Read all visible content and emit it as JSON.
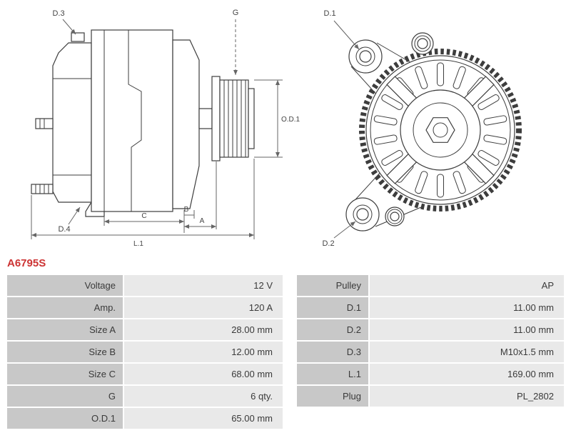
{
  "part_number": "A6795S",
  "colors": {
    "part_number_red": "#cc3333",
    "label_cell": "#c8c8c8",
    "value_cell": "#e9e9e9"
  },
  "diagram": {
    "side_view_labels": {
      "d3": "D.3",
      "g": "G",
      "od1": "O.D.1",
      "d4": "D.4",
      "c": "C",
      "b": "B",
      "a": "A",
      "l1": "L.1"
    },
    "front_view_labels": {
      "d1": "D.1",
      "d2": "D.2"
    }
  },
  "spec_table": {
    "rows": [
      [
        "Voltage",
        "12 V",
        "Pulley",
        "AP"
      ],
      [
        "Amp.",
        "120 A",
        "D.1",
        "11.00 mm"
      ],
      [
        "Size A",
        "28.00 mm",
        "D.2",
        "11.00 mm"
      ],
      [
        "Size B",
        "12.00 mm",
        "D.3",
        "M10x1.5 mm"
      ],
      [
        "Size C",
        "68.00 mm",
        "L.1",
        "169.00 mm"
      ],
      [
        "G",
        "6 qty.",
        "Plug",
        "PL_2802"
      ],
      [
        "O.D.1",
        "65.00 mm",
        null,
        null
      ]
    ]
  }
}
